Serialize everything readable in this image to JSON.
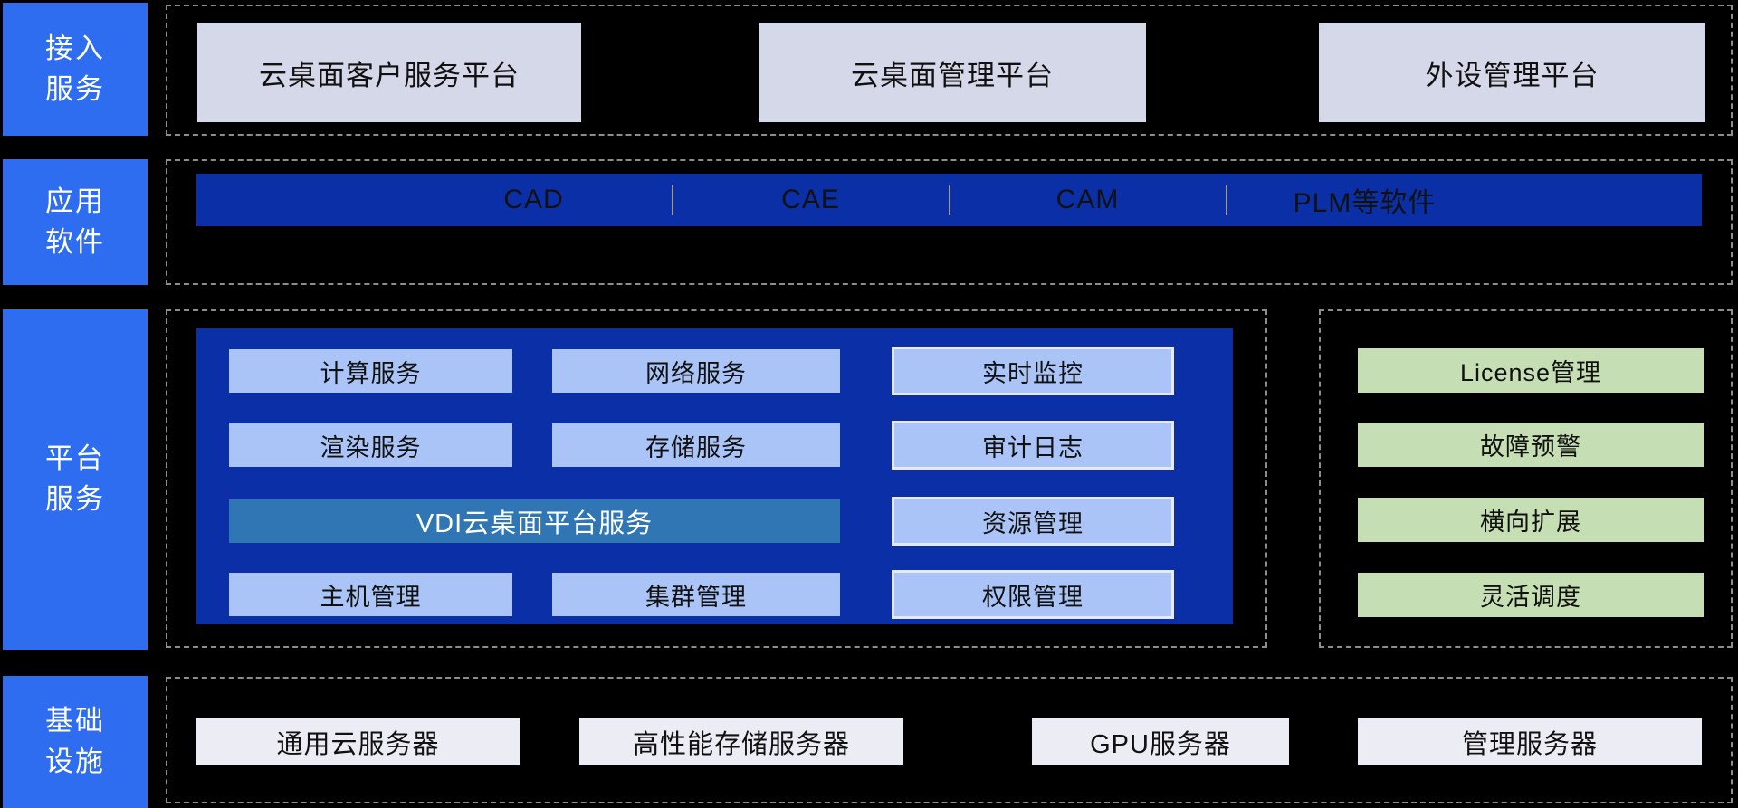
{
  "colors": {
    "page-bg": "#000000",
    "sidebar-blue": "#2e6cf0",
    "dark-blue": "#0a2fa6",
    "light-blue": "#aac4f7",
    "teal": "#3076b4",
    "lavender": "#d5d8e9",
    "green": "#c6deb3",
    "white-box": "#ebecf4",
    "dashed-border": "#8d8d8d",
    "text-dark": "#111111",
    "text-light": "#ffffff"
  },
  "sidebar": {
    "rows": [
      {
        "label": "接入\n服务"
      },
      {
        "label": "应用\n软件"
      },
      {
        "label": "平台\n服务"
      },
      {
        "label": "基础\n设施"
      }
    ]
  },
  "access": {
    "platforms": [
      "云桌面客户服务平台",
      "云桌面管理平台",
      "外设管理平台"
    ]
  },
  "apps": {
    "items": [
      "CAD",
      "CAE",
      "CAM",
      "PLM等软件"
    ]
  },
  "platform": {
    "services": {
      "compute": "计算服务",
      "network": "网络服务",
      "render": "渲染服务",
      "storage": "存储服务",
      "vdi": "VDI云桌面平台服务",
      "host": "主机管理",
      "cluster": "集群管理"
    },
    "management": {
      "monitor": "实时监控",
      "audit": "审计日志",
      "resource": "资源管理",
      "permission": "权限管理"
    },
    "ops": [
      "License管理",
      "故障预警",
      "横向扩展",
      "灵活调度"
    ]
  },
  "infrastructure": {
    "servers": [
      "通用云服务器",
      "高性能存储服务器",
      "GPU服务器",
      "管理服务器"
    ]
  }
}
